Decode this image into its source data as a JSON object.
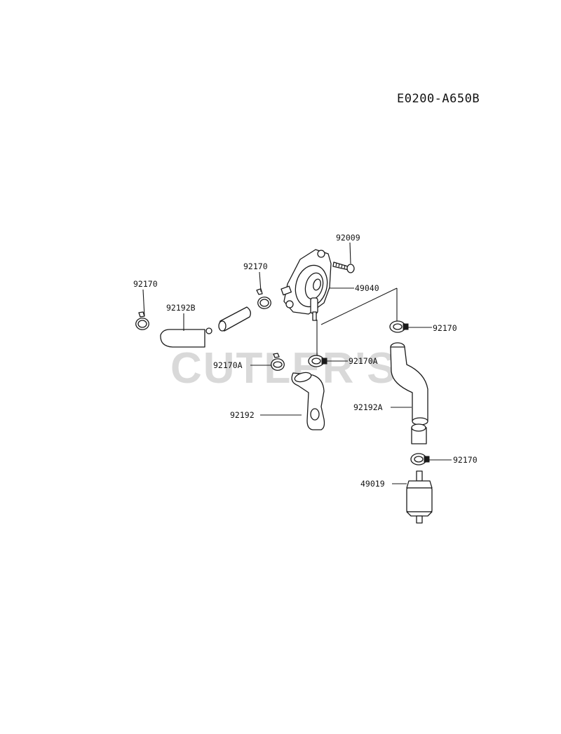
{
  "diagram": {
    "reference_code": "E0200-A650B",
    "watermark": "CUTLER'S",
    "labels": {
      "clamp_upper_left": "92170",
      "hose_left": "92192B",
      "clamp_upper_mid": "92170",
      "bolt": "92009",
      "fuel_pump": "49040",
      "clamp_right": "92170",
      "clamp_a_right": "92170A",
      "clamp_a_left": "92170A",
      "hose_mid": "92192",
      "hose_right": "92192A",
      "clamp_lower_right": "92170",
      "fuel_filter": "49019"
    }
  }
}
